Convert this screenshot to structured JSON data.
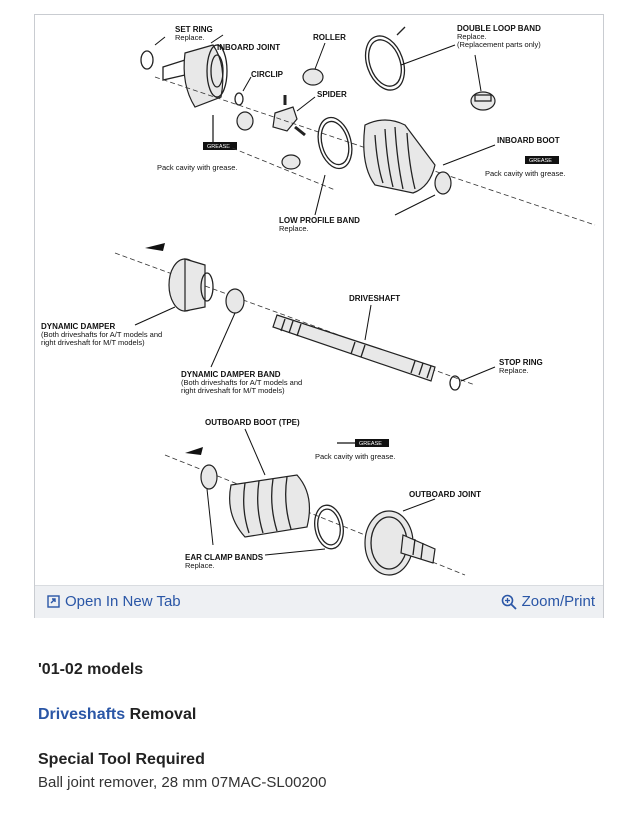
{
  "diagram": {
    "labels": {
      "set_ring": "SET RING",
      "set_ring_sub": "Replace.",
      "inboard_joint": "INBOARD JOINT",
      "roller": "ROLLER",
      "double_loop_band": "DOUBLE LOOP BAND",
      "double_loop_sub1": "Replace.",
      "double_loop_sub2": "(Replacement parts only)",
      "circlip": "CIRCLIP",
      "spider": "SPIDER",
      "inboard_boot": "INBOARD BOOT",
      "grease_tag": "GREASE",
      "pack_grease_1": "Pack cavity with grease.",
      "pack_grease_2": "Pack cavity with grease.",
      "low_profile_band": "LOW PROFILE BAND",
      "low_profile_sub": "Replace.",
      "driveshaft": "DRIVESHAFT",
      "dynamic_damper": "DYNAMIC DAMPER",
      "dynamic_damper_sub1": "(Both driveshafts for A/T models and",
      "dynamic_damper_sub2": "right driveshaft for M/T models)",
      "stop_ring": "STOP RING",
      "stop_ring_sub": "Replace.",
      "dynamic_damper_band": "DYNAMIC DAMPER BAND",
      "dynamic_damper_band_sub1": "(Both driveshafts for A/T models and",
      "dynamic_damper_band_sub2": "right driveshaft for M/T models)",
      "outboard_boot": "OUTBOARD BOOT (TPE)",
      "pack_grease_3": "Pack cavity with grease.",
      "outboard_joint": "OUTBOARD JOINT",
      "ear_clamp_bands": "EAR CLAMP BANDS",
      "ear_clamp_sub": "Replace."
    }
  },
  "toolbar": {
    "open_label": "Open In New Tab",
    "zoom_label": "Zoom/Print"
  },
  "content": {
    "models": "'01-02 models",
    "removal_link": "Driveshafts",
    "removal_rest": " Removal",
    "tool_heading": "Special Tool Required",
    "tool_text": "Ball joint remover, 28 mm 07MAC-SL00200"
  }
}
